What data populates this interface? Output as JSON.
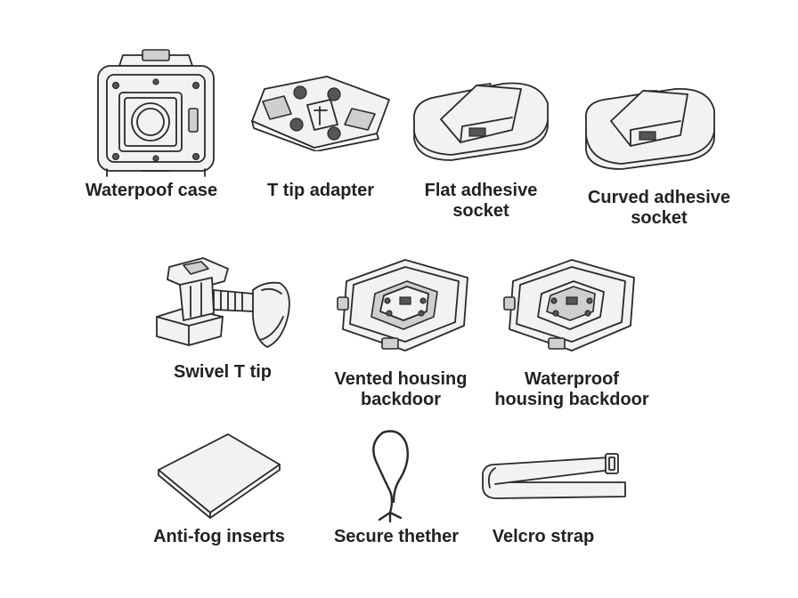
{
  "items": [
    {
      "id": "waterproof-case",
      "label_lines": [
        "Waterpoof case"
      ]
    },
    {
      "id": "t-tip-adapter",
      "label_lines": [
        "T tip adapter"
      ]
    },
    {
      "id": "flat-adhesive-socket",
      "label_lines": [
        "Flat adhesive",
        "socket"
      ]
    },
    {
      "id": "curved-adhesive-socket",
      "label_lines": [
        "Curved adhesive",
        "socket"
      ]
    },
    {
      "id": "swivel-t-tip",
      "label_lines": [
        "Swivel T tip"
      ]
    },
    {
      "id": "vented-housing-backdoor",
      "label_lines": [
        "Vented housing",
        "backdoor"
      ]
    },
    {
      "id": "waterproof-housing-backdoor",
      "label_lines": [
        "Waterproof",
        "housing backdoor"
      ]
    },
    {
      "id": "anti-fog-inserts",
      "label_lines": [
        "Anti-fog inserts"
      ]
    },
    {
      "id": "secure-thether",
      "label_lines": [
        "Secure thether"
      ]
    },
    {
      "id": "velcro-strap",
      "label_lines": [
        "Velcro strap"
      ]
    }
  ]
}
